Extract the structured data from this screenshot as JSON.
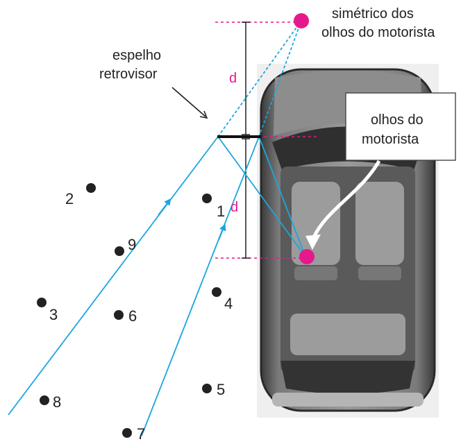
{
  "labels": {
    "mirror": [
      "espelho",
      "retrovisor"
    ],
    "image_point": [
      "simétrico dos",
      "olhos do motorista"
    ],
    "driver_eyes": [
      "olhos do",
      "motorista"
    ],
    "distance_top": "d",
    "distance_bottom": "d"
  },
  "points": [
    "1",
    "2",
    "3",
    "4",
    "5",
    "6",
    "7",
    "8",
    "9"
  ],
  "colors": {
    "ray": "#1ba6dd",
    "magenta": "#e6198c",
    "dot": "#222222",
    "text": "#222222"
  }
}
